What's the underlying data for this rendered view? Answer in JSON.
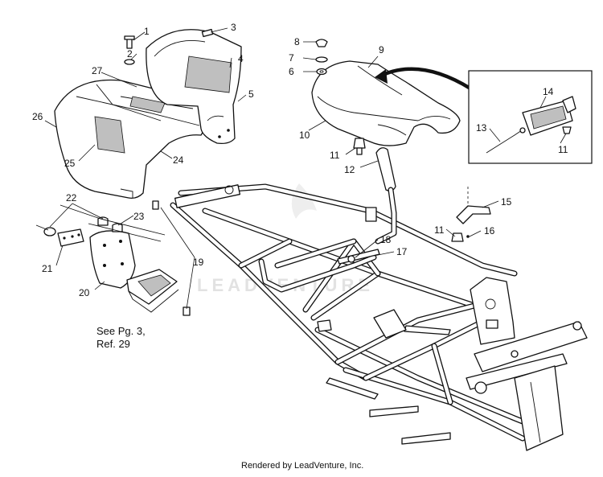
{
  "diagram": {
    "callouts": [
      {
        "id": "c1",
        "label": "1"
      },
      {
        "id": "c2",
        "label": "2"
      },
      {
        "id": "c3",
        "label": "3"
      },
      {
        "id": "c4",
        "label": "4"
      },
      {
        "id": "c5",
        "label": "5"
      },
      {
        "id": "c6",
        "label": "6"
      },
      {
        "id": "c7",
        "label": "7"
      },
      {
        "id": "c8",
        "label": "8"
      },
      {
        "id": "c9",
        "label": "9"
      },
      {
        "id": "c10",
        "label": "10"
      },
      {
        "id": "c11a",
        "label": "11"
      },
      {
        "id": "c11b",
        "label": "11"
      },
      {
        "id": "c11c",
        "label": "11"
      },
      {
        "id": "c12",
        "label": "12"
      },
      {
        "id": "c13",
        "label": "13"
      },
      {
        "id": "c14",
        "label": "14"
      },
      {
        "id": "c15",
        "label": "15"
      },
      {
        "id": "c16",
        "label": "16"
      },
      {
        "id": "c17",
        "label": "17"
      },
      {
        "id": "c18",
        "label": "18"
      },
      {
        "id": "c19",
        "label": "19"
      },
      {
        "id": "c20",
        "label": "20"
      },
      {
        "id": "c21",
        "label": "21"
      },
      {
        "id": "c22",
        "label": "22"
      },
      {
        "id": "c23",
        "label": "23"
      },
      {
        "id": "c24",
        "label": "24"
      },
      {
        "id": "c25",
        "label": "25"
      },
      {
        "id": "c26",
        "label": "26"
      },
      {
        "id": "c27",
        "label": "27"
      }
    ],
    "reference_note": {
      "line1": "See Pg. 3,",
      "line2": "Ref. 29"
    },
    "watermark": "LEADVENTURE",
    "footer": "Rendered by LeadVenture, Inc."
  }
}
